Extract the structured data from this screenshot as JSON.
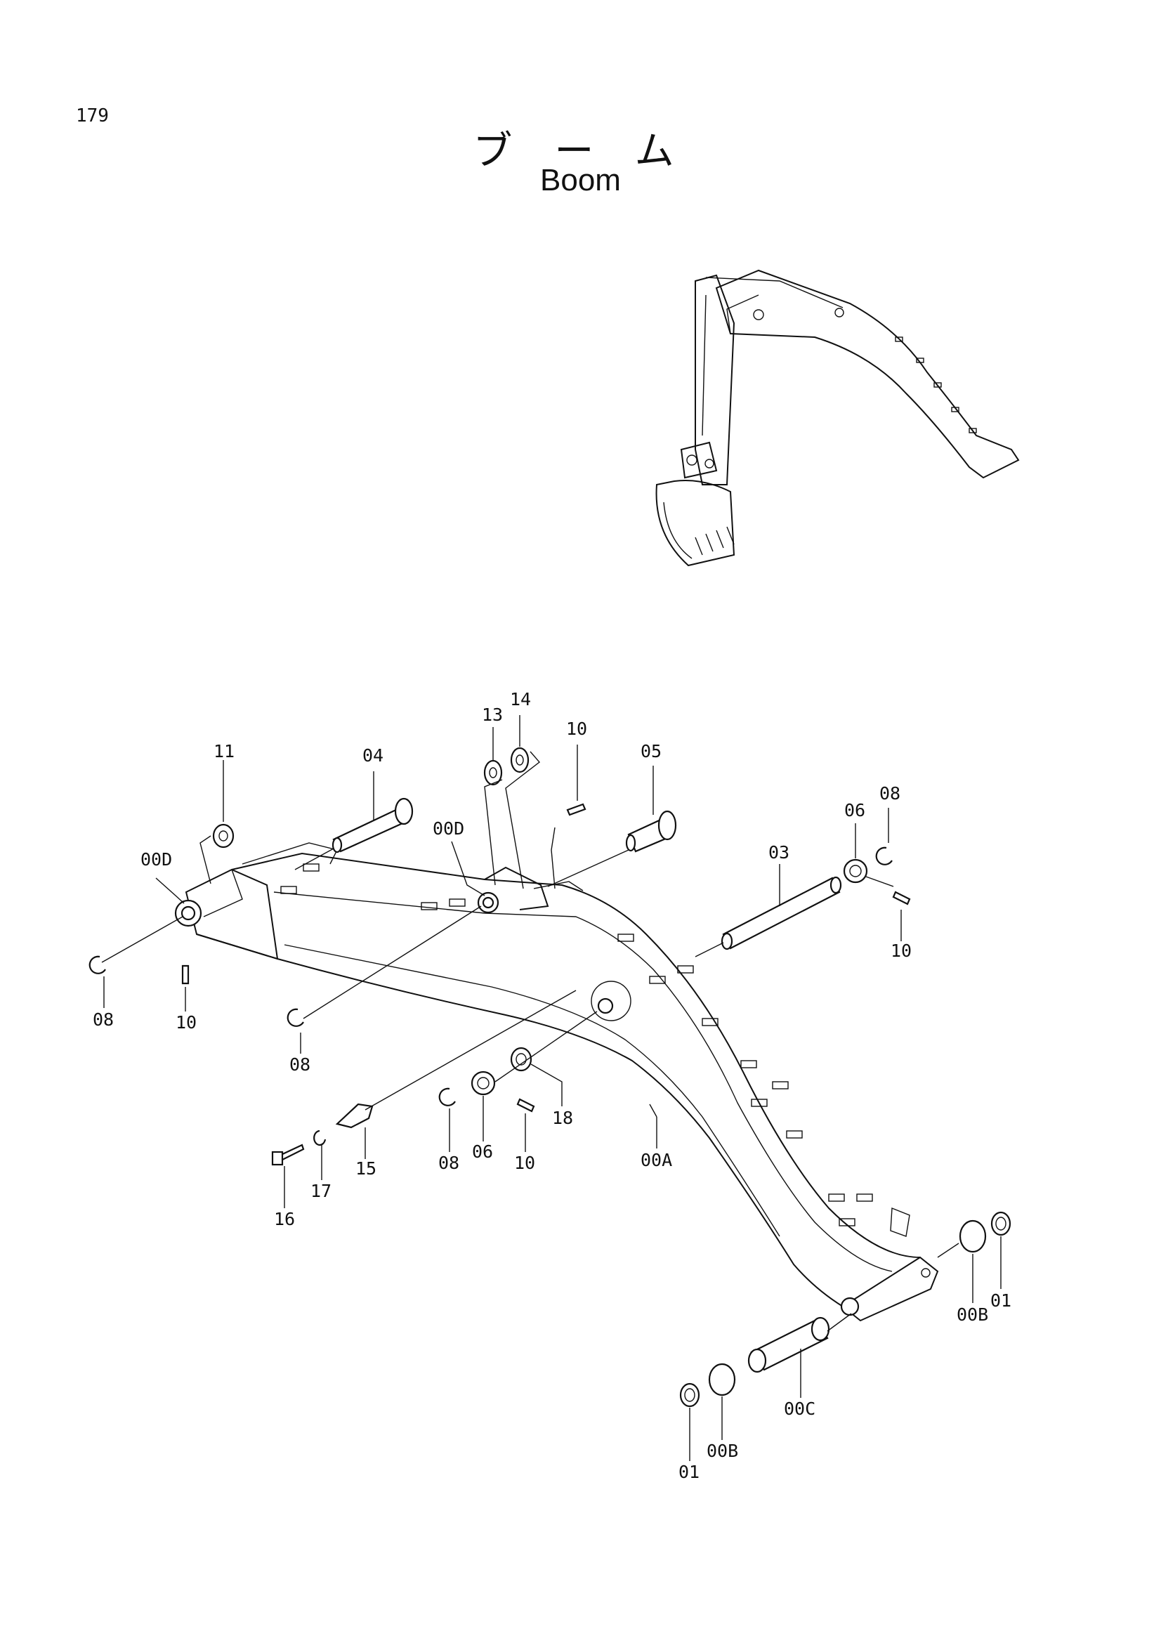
{
  "page": {
    "number": "179",
    "title_jp": "ブーム",
    "title_en": "Boom"
  },
  "callouts": {
    "c11": "11",
    "c04": "04",
    "c13": "13",
    "c14": "14",
    "c10_top": "10",
    "c05": "05",
    "c08_right": "08",
    "c06_right": "06",
    "c03": "03",
    "c00D_left": "00D",
    "c00D_mid": "00D",
    "c10_right": "10",
    "c08_left": "08",
    "c10_left": "10",
    "c08_mid": "08",
    "c18": "18",
    "c15": "15",
    "c08_low": "08",
    "c06_low": "06",
    "c10_low": "10",
    "c00A": "00A",
    "c16": "16",
    "c17": "17",
    "c00B_right": "00B",
    "c01_right": "01",
    "c00C": "00C",
    "c00B_low": "00B",
    "c01_low": "01"
  }
}
